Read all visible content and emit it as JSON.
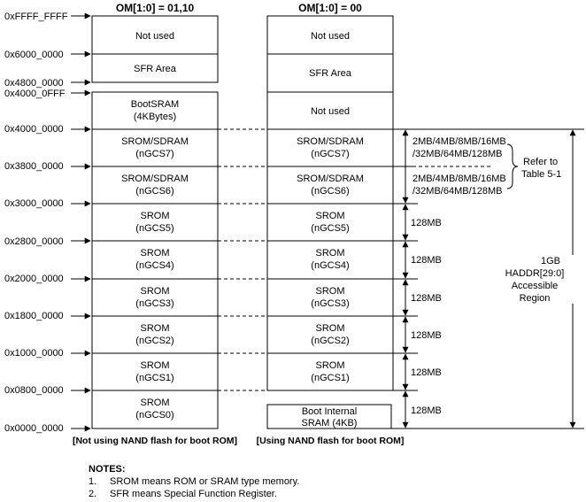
{
  "headers": {
    "left": "OM[1:0] = 01,10",
    "right": "OM[1:0] = 00"
  },
  "addresses": [
    "0xFFFF_FFFF",
    "0x6000_0000",
    "0x4800_0000",
    "0x4000_0FFF",
    "0x4000_0000",
    "0x3800_0000",
    "0x3000_0000",
    "0x2800_0000",
    "0x2000_0000",
    "0x1800_0000",
    "0x1000_0000",
    "0x0800_0000",
    "0x0000_0000"
  ],
  "left_column": [
    {
      "line1": "Not used",
      "line2": ""
    },
    {
      "line1": "SFR Area",
      "line2": ""
    },
    {
      "line1": "BootSRAM",
      "line2": "(4KBytes)"
    },
    {
      "line1": "SROM/SDRAM",
      "line2": "(nGCS7)"
    },
    {
      "line1": "SROM/SDRAM",
      "line2": "(nGCS6)"
    },
    {
      "line1": "SROM",
      "line2": "(nGCS5)"
    },
    {
      "line1": "SROM",
      "line2": "(nGCS4)"
    },
    {
      "line1": "SROM",
      "line2": "(nGCS3)"
    },
    {
      "line1": "SROM",
      "line2": "(nGCS2)"
    },
    {
      "line1": "SROM",
      "line2": "(nGCS1)"
    },
    {
      "line1": "SROM",
      "line2": "(nGCS0)"
    }
  ],
  "right_column": [
    {
      "line1": "Not used",
      "line2": ""
    },
    {
      "line1": "SFR Area",
      "line2": ""
    },
    {
      "line1": "Not used",
      "line2": ""
    },
    {
      "line1": "SROM/SDRAM",
      "line2": "(nGCS7)"
    },
    {
      "line1": "SROM/SDRAM",
      "line2": "(nGCS6)"
    },
    {
      "line1": "SROM",
      "line2": "(nGCS5)"
    },
    {
      "line1": "SROM",
      "line2": "(nGCS4)"
    },
    {
      "line1": "SROM",
      "line2": "(nGCS3)"
    },
    {
      "line1": "SROM",
      "line2": "(nGCS2)"
    },
    {
      "line1": "SROM",
      "line2": "(nGCS1)"
    },
    {
      "line1": "Boot Internal",
      "line2": "SRAM (4KB)"
    }
  ],
  "sizes": {
    "gcs7_line1": "2MB/4MB/8MB/16MB",
    "gcs7_line2": "/32MB/64MB/128MB",
    "gcs6_line1": "2MB/4MB/8MB/16MB",
    "gcs6_line2": "/32MB/64MB/128MB",
    "bank": "128MB"
  },
  "refer": {
    "line1": "Refer to",
    "line2": "Table 5-1"
  },
  "accessible": {
    "line1": "1GB",
    "line2": "HADDR[29:0]",
    "line3": "Accessible",
    "line4": "Region"
  },
  "captions": {
    "left": "[Not using NAND flash for boot ROM]",
    "right": "[Using NAND flash for boot ROM]"
  },
  "notes": {
    "title": "NOTES:",
    "items": [
      {
        "num": "1.",
        "text": "SROM means ROM or SRAM type memory."
      },
      {
        "num": "2.",
        "text": "SFR means Special Function Register."
      }
    ]
  }
}
